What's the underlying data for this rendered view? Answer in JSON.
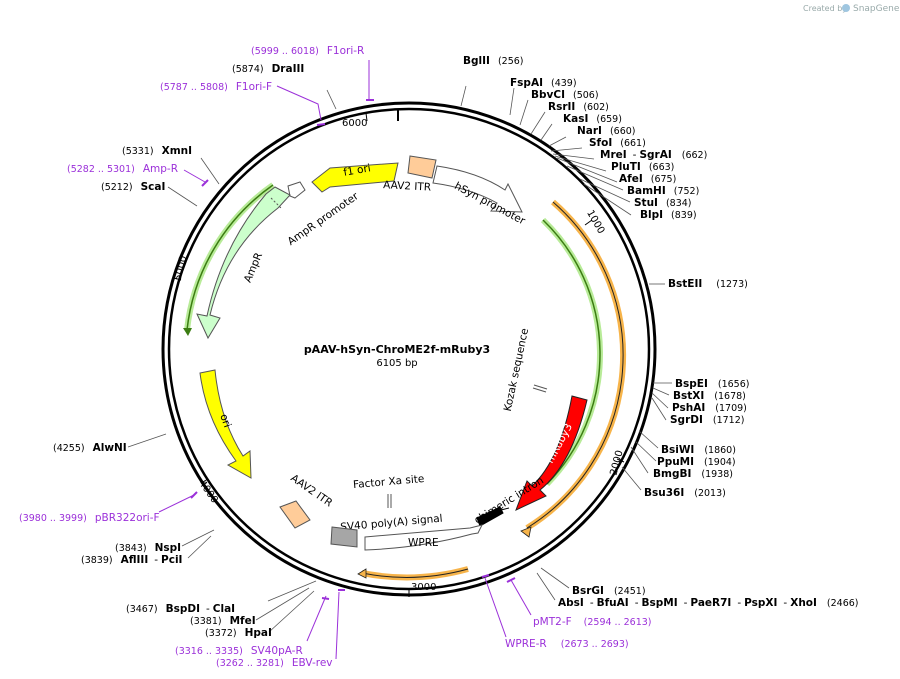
{
  "credit": {
    "prefix": "Created by",
    "brand": "SnapGene"
  },
  "plasmid": {
    "name": "pAAV-hSyn-ChroME2f-mRuby3",
    "size_label": "6105 bp"
  },
  "ticks": [
    "1000",
    "2000",
    "3000",
    "4000",
    "5000",
    "6000"
  ],
  "features": {
    "f1_ori": "f1 ori",
    "aav2_itr_top": "AAV2 ITR",
    "hsyn_promoter": "hSyn promoter",
    "ampr_promoter": "AmpR promoter",
    "ampr": "AmpR",
    "ori": "ori",
    "kozak": "Kozak sequence",
    "mruby3": "mRuby3",
    "chimeric_intron": "chimeric intron",
    "factor_xa": "Factor Xa site",
    "sv40_polya": "SV40 poly(A) signal",
    "aav2_itr_bottom": "AAV2 ITR",
    "wpre": "WPRE"
  },
  "enzymes": {
    "bglii": {
      "name": "BglII",
      "pos": "(256)"
    },
    "fspai": {
      "name": "FspAI",
      "pos": "(439)"
    },
    "bbvci": {
      "name": "BbvCI",
      "pos": "(506)"
    },
    "rsrii": {
      "name": "RsrII",
      "pos": "(602)"
    },
    "kasi": {
      "name": "KasI",
      "pos": "(659)"
    },
    "nari": {
      "name": "NarI",
      "pos": "(660)"
    },
    "sfoi": {
      "name": "SfoI",
      "pos": "(661)"
    },
    "mrei": {
      "name": "MreI",
      "sep": "-",
      "name2": "SgrAI",
      "pos": "(662)"
    },
    "pluti": {
      "name": "PluTI",
      "pos": "(663)"
    },
    "afei": {
      "name": "AfeI",
      "pos": "(675)"
    },
    "bamhi": {
      "name": "BamHI",
      "pos": "(752)"
    },
    "stui": {
      "name": "StuI",
      "pos": "(834)"
    },
    "blpi": {
      "name": "BlpI",
      "pos": "(839)"
    },
    "bsteii": {
      "name": "BstEII",
      "pos": "(1273)"
    },
    "bspei": {
      "name": "BspEI",
      "pos": "(1656)"
    },
    "bstxi": {
      "name": "BstXI",
      "pos": "(1678)"
    },
    "pshai": {
      "name": "PshAI",
      "pos": "(1709)"
    },
    "sgrdi": {
      "name": "SgrDI",
      "pos": "(1712)"
    },
    "bsiwi": {
      "name": "BsiWI",
      "pos": "(1860)"
    },
    "ppumi": {
      "name": "PpuMI",
      "pos": "(1904)"
    },
    "bmgbi": {
      "name": "BmgBI",
      "pos": "(1938)"
    },
    "bsu36i": {
      "name": "Bsu36I",
      "pos": "(2013)"
    },
    "bsrgi": {
      "name": "BsrGI",
      "pos": "(2451)"
    },
    "absi": {
      "name": "AbsI",
      "sep1": "-",
      "name2": "BfuAI",
      "sep2": "-",
      "name3": "BspMI",
      "sep3": "-",
      "name4": "PaeR7I",
      "sep4": "-",
      "name5": "PspXI",
      "sep5": "-",
      "name6": "XhoI",
      "pos": "(2466)"
    },
    "draiii": {
      "name": "DraIII",
      "pos": "(5874)"
    },
    "xmni": {
      "name": "XmnI",
      "pos": "(5331)"
    },
    "scai": {
      "name": "ScaI",
      "pos": "(5212)"
    },
    "alwni": {
      "name": "AlwNI",
      "pos": "(4255)"
    },
    "nspi": {
      "name": "NspI",
      "pos": "(3843)"
    },
    "afliii": {
      "name": "AflIII",
      "sep": "-",
      "name2": "PciI",
      "pos": "(3839)"
    },
    "bspdi": {
      "name": "BspDI",
      "sep": "-",
      "name2": "ClaI",
      "pos": "(3467)"
    },
    "mfei": {
      "name": "MfeI",
      "pos": "(3381)"
    },
    "hpai": {
      "name": "HpaI",
      "pos": "(3372)"
    }
  },
  "primers": {
    "f1ori_r": {
      "pos": "(5999 .. 6018)",
      "name": "F1ori-R"
    },
    "f1ori_f": {
      "pos": "(5787 .. 5808)",
      "name": "F1ori-F"
    },
    "amp_r": {
      "pos": "(5282 .. 5301)",
      "name": "Amp-R"
    },
    "pbr322ori_f": {
      "pos": "(3980 .. 3999)",
      "name": "pBR322ori-F"
    },
    "sv40pa_r": {
      "pos": "(3316 .. 3335)",
      "name": "SV40pA-R"
    },
    "ebv_rev": {
      "pos": "(3262 .. 3281)",
      "name": "EBV-rev"
    },
    "wpre_r": {
      "name": "WPRE-R",
      "pos": "(2673 .. 2693)"
    },
    "pmt2_f": {
      "name": "pMT2-F",
      "pos": "(2594 .. 2613)"
    }
  },
  "colors": {
    "yellow": "#ffff00",
    "light_green": "#ccffcc",
    "peach": "#ffcc99",
    "red": "#ff0000",
    "gray": "#a6a6a6",
    "primer_purple": "#9b30d9",
    "orf_orange": "#f7b44a",
    "orf_green": "#4f9a18"
  }
}
